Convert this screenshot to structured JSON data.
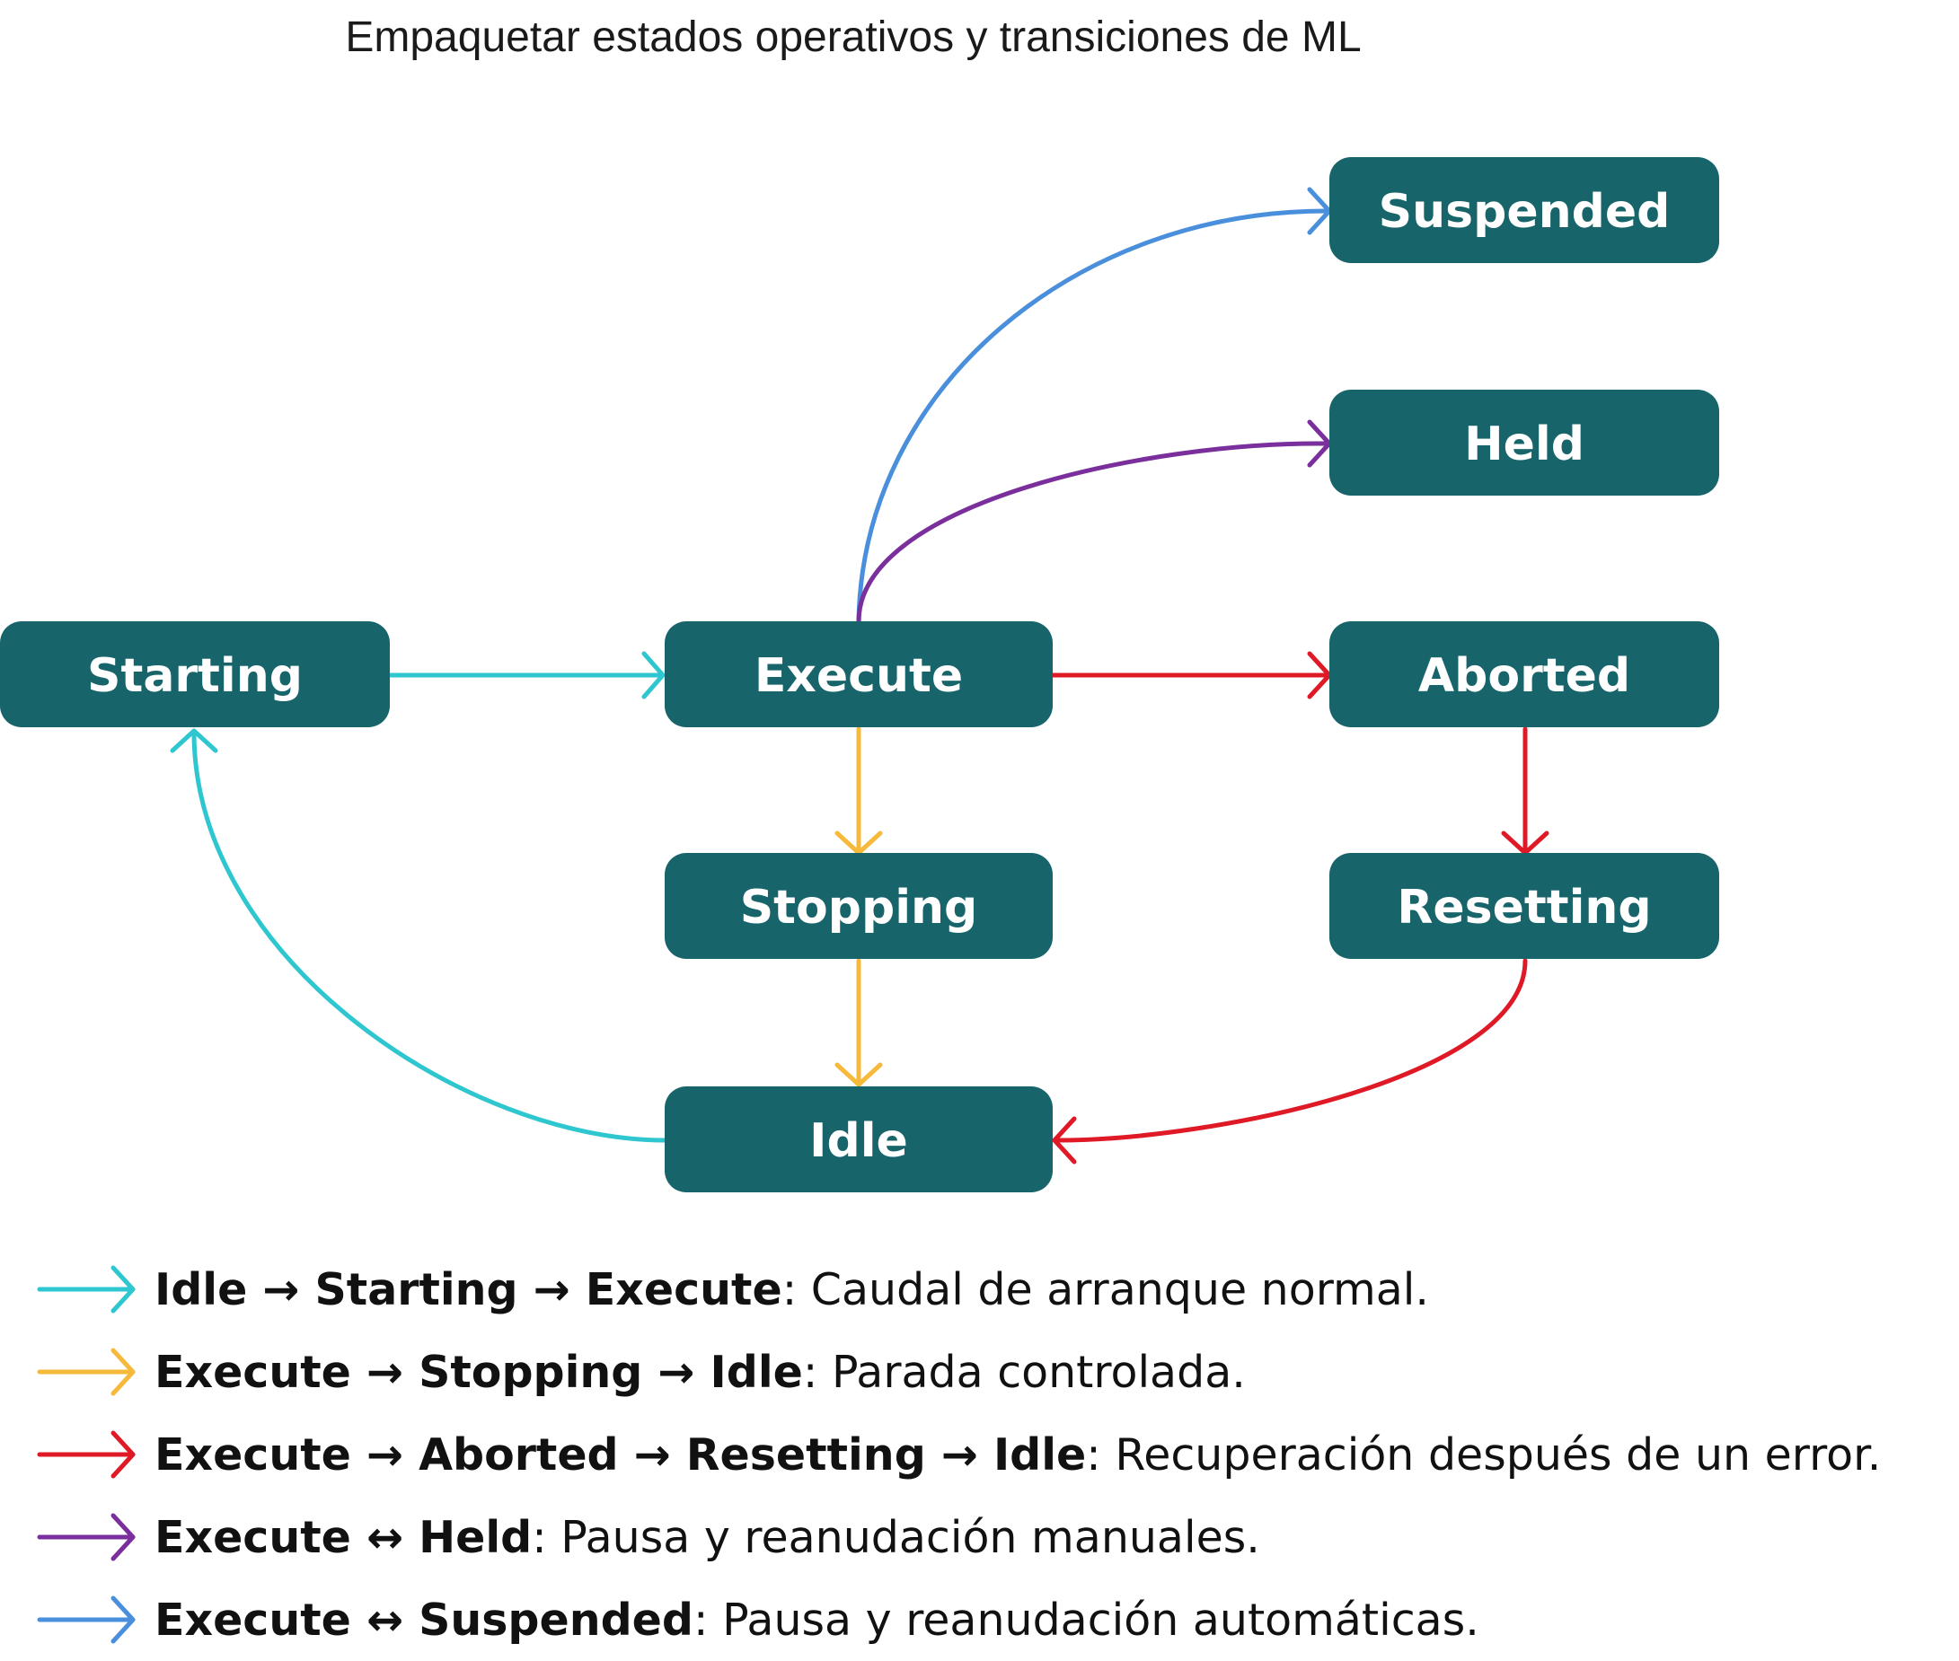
{
  "title": "Empaquetar estados operativos y transiciones de ML",
  "colors": {
    "node_fill": "#17646a",
    "node_text": "#ffffff",
    "cyan": "#2ec6cf",
    "yellow": "#f6b93b",
    "red": "#df1925",
    "purple": "#7a2f9c",
    "blue": "#4a8fdc"
  },
  "nodes": {
    "starting": "Starting",
    "execute": "Execute",
    "aborted": "Aborted",
    "suspended": "Suspended",
    "held": "Held",
    "stopping": "Stopping",
    "resetting": "Resetting",
    "idle": "Idle"
  },
  "legend": [
    {
      "color": "cyan",
      "path": "Idle → Starting → Execute",
      "desc": ": Caudal de arranque normal."
    },
    {
      "color": "yellow",
      "path": "Execute → Stopping → Idle",
      "desc": ": Parada controlada."
    },
    {
      "color": "red",
      "path": "Execute → Aborted → Resetting → Idle",
      "desc": ": Recuperación después de un error."
    },
    {
      "color": "purple",
      "path": "Execute ↔ Held",
      "desc": ": Pausa y reanudación manuales."
    },
    {
      "color": "blue",
      "path": "Execute ↔ Suspended",
      "desc": ": Pausa y reanudación automáticas."
    }
  ]
}
